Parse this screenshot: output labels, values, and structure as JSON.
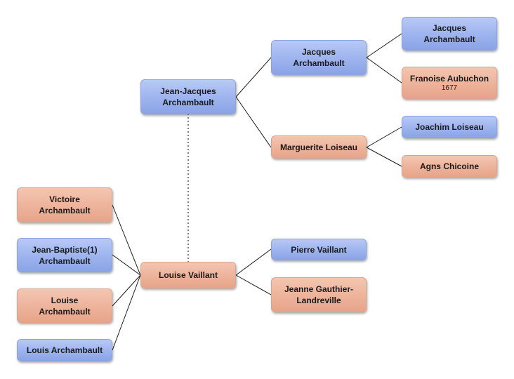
{
  "nodes": {
    "jean_jacques": {
      "line1": "Jean-Jacques",
      "line2": "Archambault",
      "gender": "male"
    },
    "jacques_father": {
      "line1": "Jacques",
      "line2": "Archambault",
      "gender": "male"
    },
    "marguerite": {
      "line1": "Marguerite Loiseau",
      "gender": "female"
    },
    "jacques_grandfather": {
      "line1": "Jacques",
      "line2": "Archambault",
      "gender": "male"
    },
    "francoise": {
      "line1": "Franoise Aubuchon",
      "sub": "1677",
      "gender": "female"
    },
    "joachim": {
      "line1": "Joachim Loiseau",
      "gender": "male"
    },
    "agnes": {
      "line1": "Agns Chicoine",
      "gender": "female"
    },
    "louise_vaillant": {
      "line1": "Louise Vaillant",
      "gender": "female"
    },
    "pierre": {
      "line1": "Pierre Vaillant",
      "gender": "male"
    },
    "jeanne": {
      "line1": "Jeanne Gauthier-",
      "line2": "Landreville",
      "gender": "female"
    },
    "victoire": {
      "line1": "Victoire",
      "line2": "Archambault",
      "gender": "female"
    },
    "jean_baptiste": {
      "line1": "Jean-Baptiste(1)",
      "line2": "Archambault",
      "gender": "male"
    },
    "louise_arch": {
      "line1": "Louise",
      "line2": "Archambault",
      "gender": "female"
    },
    "louis": {
      "line1": "Louis Archambault",
      "gender": "male"
    }
  },
  "colors": {
    "male": "#9fb5ef",
    "female": "#eeb49c",
    "connector": "#1a1a1a",
    "spouse_link": "#555555"
  }
}
